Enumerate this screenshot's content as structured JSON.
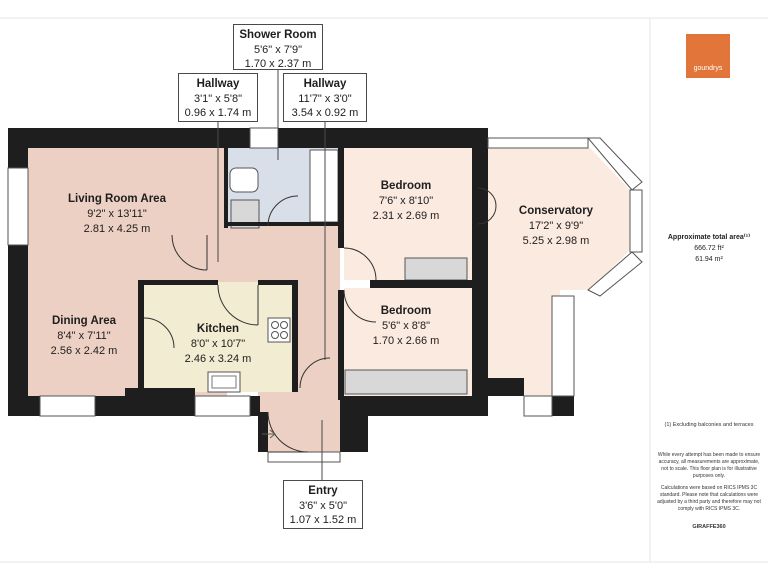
{
  "rooms": {
    "living": {
      "name": "Living Room Area",
      "imperial": "9'2\" x 13'11\"",
      "metric": "2.81 x 4.25 m"
    },
    "dining": {
      "name": "Dining Area",
      "imperial": "8'4\" x 7'11\"",
      "metric": "2.56 x 2.42 m"
    },
    "kitchen": {
      "name": "Kitchen",
      "imperial": "8'0\" x 10'7\"",
      "metric": "2.46 x 3.24 m"
    },
    "bedroom1": {
      "name": "Bedroom",
      "imperial": "7'6\" x 8'10\"",
      "metric": "2.31 x 2.69 m"
    },
    "bedroom2": {
      "name": "Bedroom",
      "imperial": "5'6\" x 8'8\"",
      "metric": "1.70 x 2.66 m"
    },
    "conservatory": {
      "name": "Conservatory",
      "imperial": "17'2\" x 9'9\"",
      "metric": "5.25 x 2.98 m"
    }
  },
  "callouts": {
    "shower": {
      "name": "Shower Room",
      "imperial": "5'6\" x 7'9\"",
      "metric": "1.70 x 2.37 m"
    },
    "hallway1": {
      "name": "Hallway",
      "imperial": "3'1\" x 5'8\"",
      "metric": "0.96 x 1.74 m"
    },
    "hallway2": {
      "name": "Hallway",
      "imperial": "11'7\" x 3'0\"",
      "metric": "3.54 x 0.92 m"
    },
    "entry": {
      "name": "Entry",
      "imperial": "3'6\" x 5'0\"",
      "metric": "1.07 x 1.52 m"
    }
  },
  "sidebar": {
    "logo_text": "goundrys",
    "area_heading": "Approximate total area⁽¹⁾",
    "area_sqft": "666.72 ft²",
    "area_sqm": "61.94 m²",
    "exclusion_note": "(1) Excluding balconies and terraces",
    "disclaimer_1": "While every attempt has been made to ensure accuracy, all measurements are approximate, not to scale. This floor plan is for illustrative purposes only.",
    "disclaimer_2": "Calculations were based on RICS IPMS 3C standard. Please note that calculations were adjusted by a third party and therefore may not comply with RICS IPMS 3C.",
    "brand": "GIRAFFE360"
  },
  "colors": {
    "wall": "#1e1e1e",
    "room_fill": "#ecd0c3",
    "kitchen_fill": "#f2ecd2",
    "bedroom_fill": "#fbeae0",
    "shower_fill": "#d9dfe8",
    "accent": "#e2763a"
  }
}
